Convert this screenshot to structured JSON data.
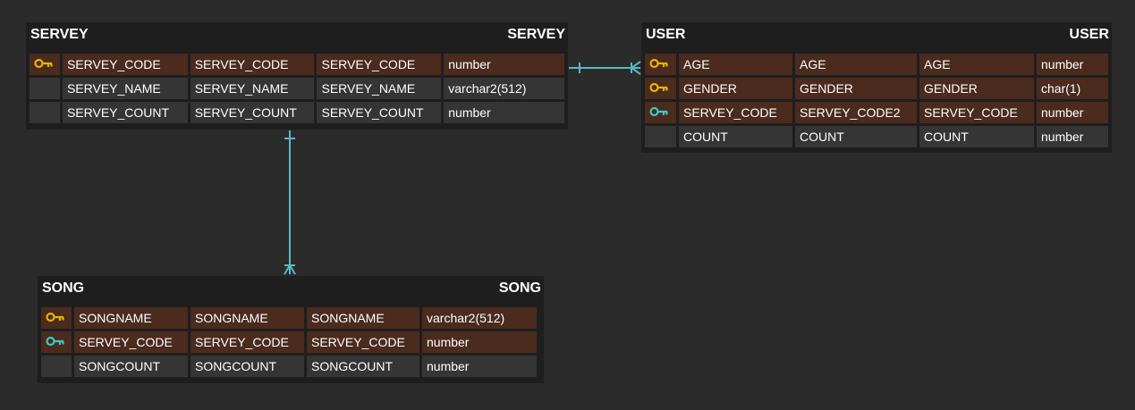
{
  "colors": {
    "background": "#2b2b2b",
    "entity_bg": "#1e1e1e",
    "key_row": "#4a2b1d",
    "plain_row": "#353535",
    "primary_key_icon": "#e6b400",
    "foreign_key_icon": "#3cc8c8",
    "relation_line": "#5bb8c4"
  },
  "entities": {
    "servey": {
      "name_left": "SERVEY",
      "name_right": "SERVEY",
      "rows": [
        {
          "key": "primary-key-icon",
          "logical": "SERVEY_CODE",
          "physical": "SERVEY_CODE",
          "column": "SERVEY_CODE",
          "type": "number"
        },
        {
          "key": "",
          "logical": "SERVEY_NAME",
          "physical": "SERVEY_NAME",
          "column": "SERVEY_NAME",
          "type": "varchar2(512)"
        },
        {
          "key": "",
          "logical": "SERVEY_COUNT",
          "physical": "SERVEY_COUNT",
          "column": "SERVEY_COUNT",
          "type": "number"
        }
      ]
    },
    "user": {
      "name_left": "USER",
      "name_right": "USER",
      "rows": [
        {
          "key": "primary-key-icon",
          "logical": "AGE",
          "physical": "AGE",
          "column": "AGE",
          "type": "number"
        },
        {
          "key": "primary-key-icon",
          "logical": "GENDER",
          "physical": "GENDER",
          "column": "GENDER",
          "type": "char(1)"
        },
        {
          "key": "foreign-key-icon",
          "logical": "SERVEY_CODE",
          "physical": "SERVEY_CODE2",
          "column": "SERVEY_CODE",
          "type": "number"
        },
        {
          "key": "",
          "logical": "COUNT",
          "physical": "COUNT",
          "column": "COUNT",
          "type": "number"
        }
      ]
    },
    "song": {
      "name_left": "SONG",
      "name_right": "SONG",
      "rows": [
        {
          "key": "primary-key-icon",
          "logical": "SONGNAME",
          "physical": "SONGNAME",
          "column": "SONGNAME",
          "type": "varchar2(512)"
        },
        {
          "key": "foreign-key-icon",
          "logical": "SERVEY_CODE",
          "physical": "SERVEY_CODE",
          "column": "SERVEY_CODE",
          "type": "number"
        },
        {
          "key": "",
          "logical": "SONGCOUNT",
          "physical": "SONGCOUNT",
          "column": "SONGCOUNT",
          "type": "number"
        }
      ]
    }
  },
  "relations": [
    {
      "from": "SERVEY",
      "to": "USER",
      "from_cardinality": "one",
      "to_cardinality": "many"
    },
    {
      "from": "SERVEY",
      "to": "SONG",
      "from_cardinality": "one",
      "to_cardinality": "many"
    }
  ]
}
